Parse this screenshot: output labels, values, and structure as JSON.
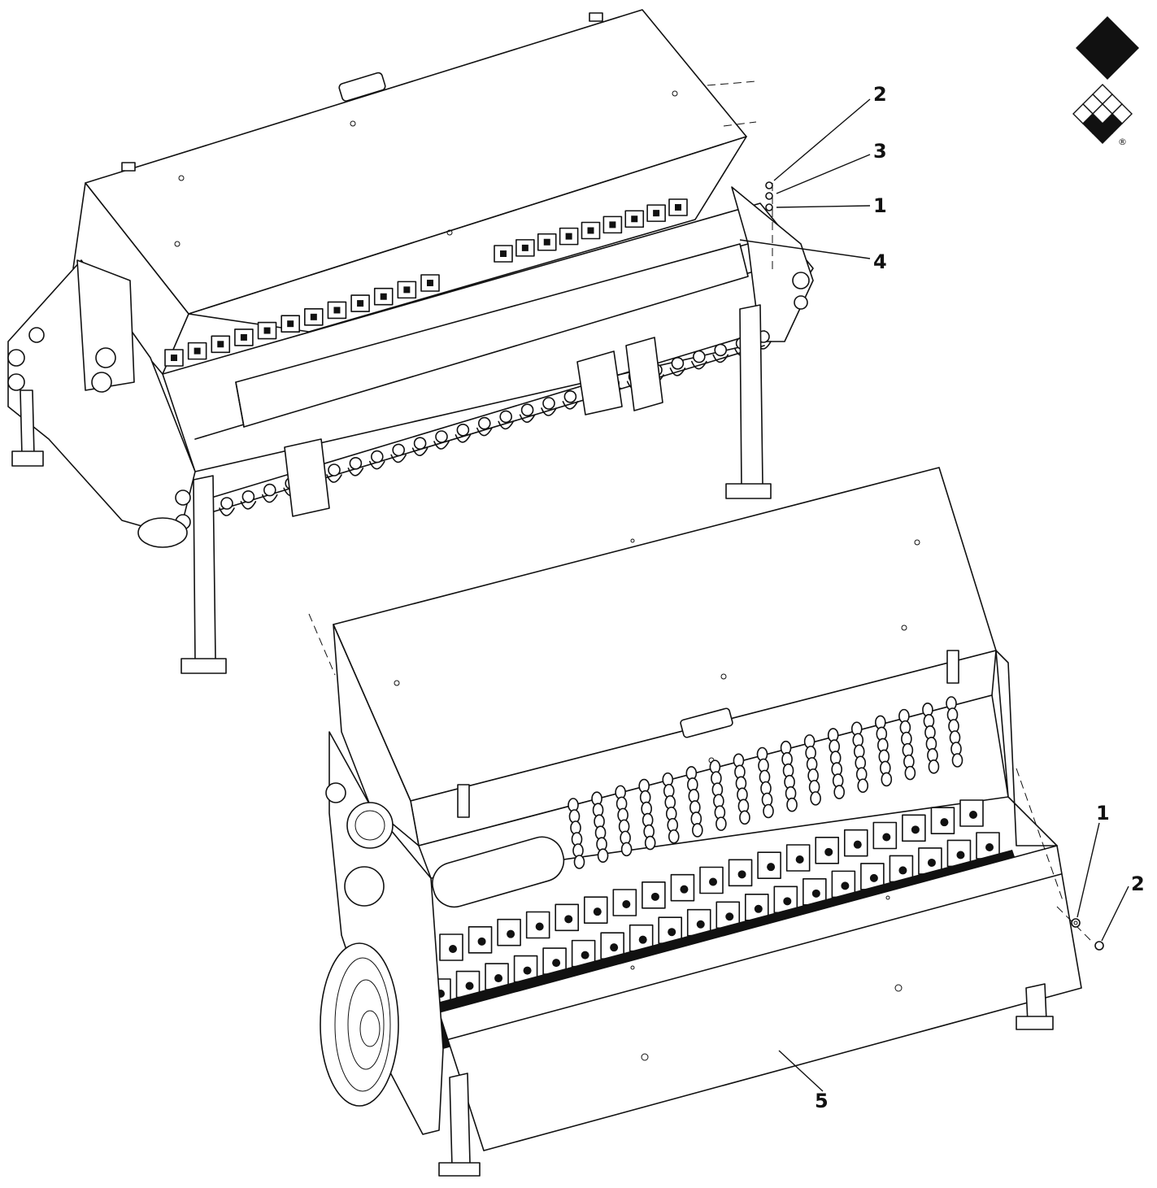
{
  "diagram": {
    "callouts": [
      {
        "id": "c2-top",
        "label": "2"
      },
      {
        "id": "c3-top",
        "label": "3"
      },
      {
        "id": "c1-top",
        "label": "1"
      },
      {
        "id": "c4-top",
        "label": "4"
      },
      {
        "id": "c1-bottom",
        "label": "1"
      },
      {
        "id": "c2-bottom",
        "label": "2"
      },
      {
        "id": "c5-bottom",
        "label": "5"
      }
    ],
    "logo": {
      "registered_mark": "®"
    }
  },
  "colors": {
    "line": "#111111",
    "background": "#ffffff"
  },
  "icons": {
    "logo": "diamond-grid-logo-icon"
  }
}
